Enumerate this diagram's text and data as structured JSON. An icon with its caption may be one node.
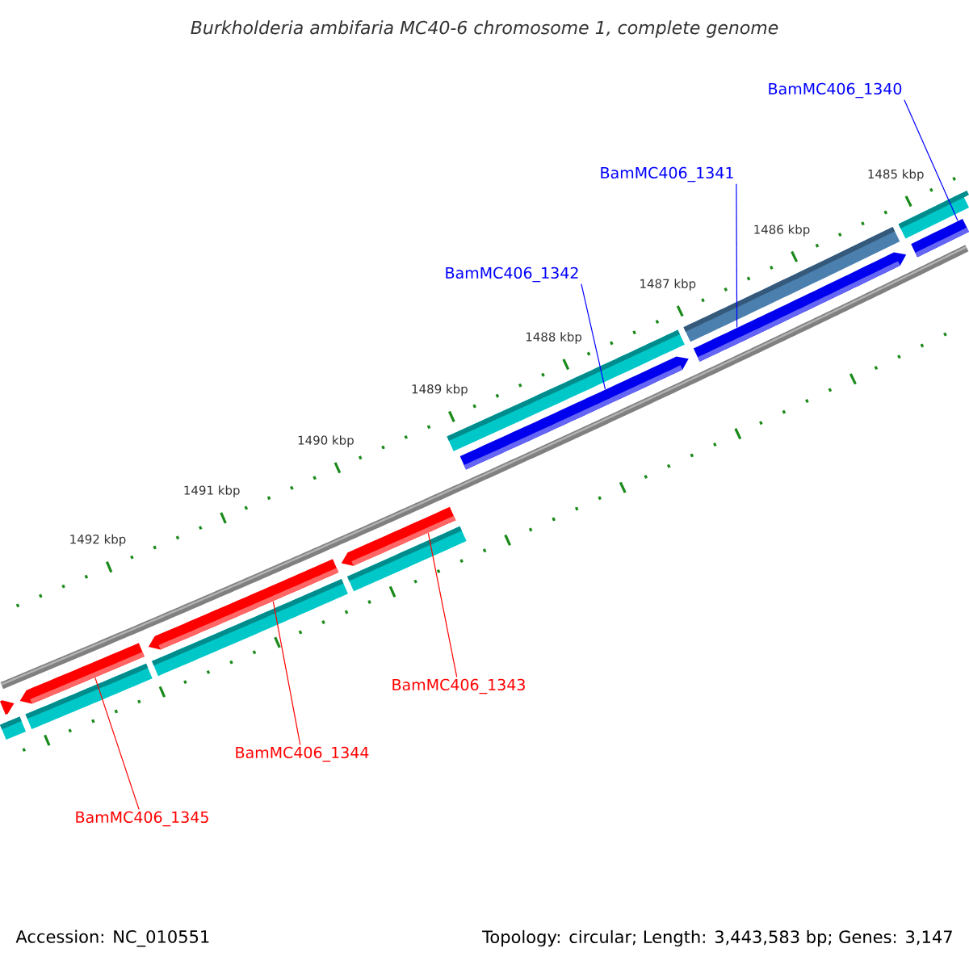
{
  "diagram": {
    "title": "Burkholderia ambifaria MC40-6 chromosome 1, complete genome",
    "nodes": [
      {
        "text": [
          "BamMC406_1340"
        ]
      },
      {
        "text": [
          "BamMC406_1341"
        ]
      },
      {
        "text": [
          "BamMC406_1342"
        ]
      },
      {
        "text": [
          "BamMC406_1343"
        ]
      },
      {
        "text": [
          "BamMC406_1344"
        ]
      },
      {
        "text": [
          "BamMC406_1345"
        ]
      },
      {
        "text": [],
        "shape": "arrow"
      },
      {
        "text": [],
        "shape": "arrow"
      },
      {
        "text": [],
        "shape": "arrow"
      },
      {
        "text": [],
        "shape": "arrow"
      },
      {
        "text": [],
        "shape": "arrow"
      },
      {
        "text": [],
        "shape": "arrow"
      }
    ],
    "edges": [
      {
        "from": 0,
        "to": 6,
        "arrow": "none",
        "color": "#0000ff"
      },
      {
        "from": 1,
        "to": 7,
        "arrow": "none",
        "color": "#0000ff"
      },
      {
        "from": 2,
        "to": 8,
        "arrow": "none",
        "color": "#0000ff"
      },
      {
        "from": 3,
        "to": 9,
        "arrow": "none",
        "color": "#ff0000"
      },
      {
        "from": 4,
        "to": 10,
        "arrow": "none",
        "color": "#ff0000"
      },
      {
        "from": 5,
        "to": 11,
        "arrow": "none",
        "color": "#ff0000"
      }
    ],
    "labels": [
      "1485 kbp",
      "1486 kbp",
      "1487 kbp",
      "1488 kbp",
      "1489 kbp",
      "1490 kbp",
      "1491 kbp",
      "1492 kbp",
      "Accession: NC_010551",
      "Topology: circular; Length: 3,443,583 bp; Genes: 3,147"
    ]
  }
}
